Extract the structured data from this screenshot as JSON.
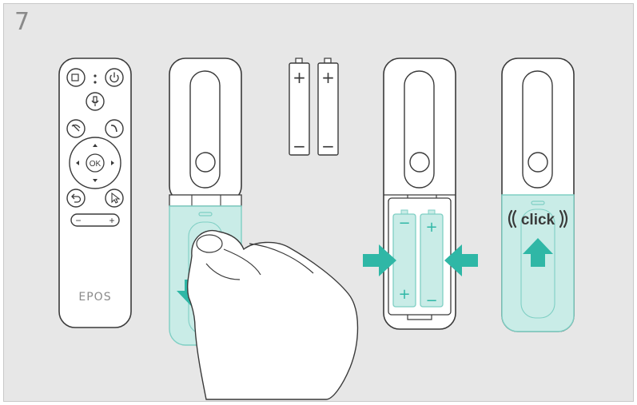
{
  "step": {
    "number": "7"
  },
  "remote": {
    "logo": "EPOS",
    "ok_label": "OK",
    "minus_label": "−",
    "plus_label": "+"
  },
  "batteries": {
    "plus_sign": "+",
    "minus_sign": "−"
  },
  "click_label": "click",
  "colors": {
    "background": "#e7e7e7",
    "outline": "#3a3a3a",
    "highlight_fill": "#c9ece7",
    "highlight_stroke": "#7fcfc4",
    "arrow": "#2fb7a6",
    "hand_fill": "#ffffff"
  }
}
